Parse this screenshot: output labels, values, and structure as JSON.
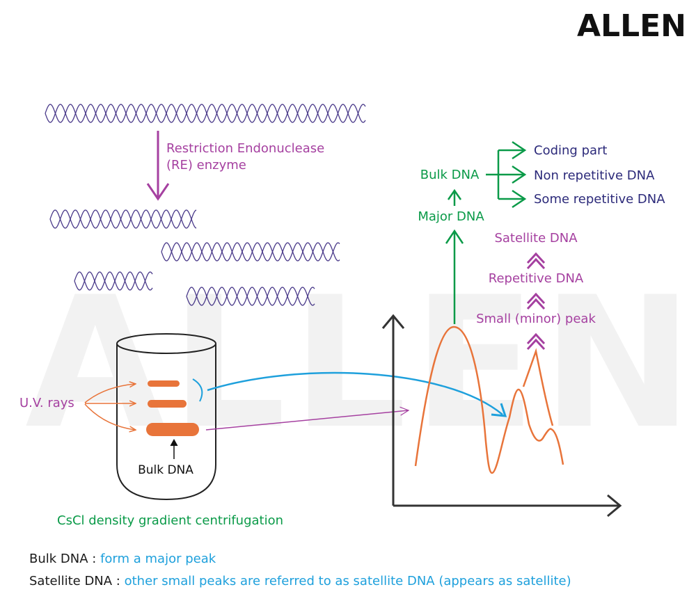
{
  "logo": {
    "text": "ALLEN"
  },
  "watermark": {
    "text": "ALLEN"
  },
  "enzyme": {
    "line1": "Restriction Endonuclease",
    "line2": "(RE) enzyme"
  },
  "tube": {
    "uv_label": "U.V. rays",
    "bulk_label": "Bulk DNA",
    "caption": "CsCl density gradient centrifugation"
  },
  "flow": {
    "bulk_dna": "Bulk DNA",
    "major_dna": "Major DNA",
    "branches": [
      "Coding part",
      "Non repetitive DNA",
      "Some repetitive DNA"
    ],
    "satellite_dna": "Satellite DNA",
    "repetitive_dna": "Repetitive DNA",
    "small_peak": "Small (minor) peak"
  },
  "notes": [
    {
      "term": "Bulk DNA :",
      "desc": "form a major peak"
    },
    {
      "term": "Satellite DNA :",
      "desc": "other small peaks are referred to as satellite DNA (appears as satellite)"
    }
  ],
  "colors": {
    "purple": "#a540a0",
    "green": "#0a9a48",
    "navy": "#2c2a7a",
    "orange": "#e8743a",
    "blue": "#1ea0dc",
    "dna": "#4a3a8a"
  }
}
